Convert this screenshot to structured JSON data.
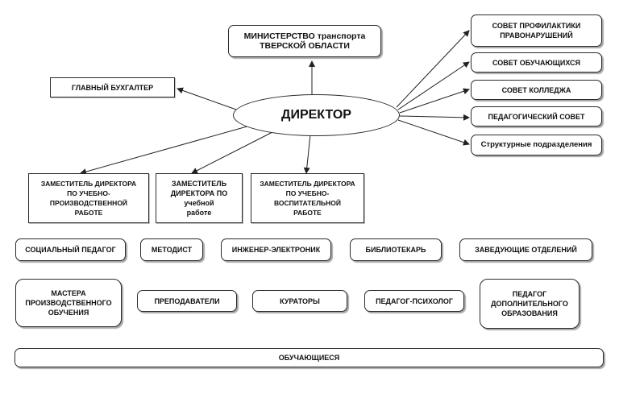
{
  "diagram": {
    "director": "ДИРЕКТОР",
    "ministry": "МИНИСТЕРСТВО  транспорта\nТВЕРСКОЙ ОБЛАСТИ",
    "chief_accountant": "ГЛАВНЫЙ БУХГАЛТЕР",
    "councils": [
      "СОВЕТ ПРОФИЛАКТИКИ\nПРАВОНАРУШЕНИЙ",
      "СОВЕТ ОБУЧАЮЩИХСЯ",
      "СОВЕТ КОЛЛЕДЖА",
      "ПЕДАГОГИЧЕСКИЙ СОВЕТ",
      "Структурные подразделения"
    ],
    "deputies": [
      "ЗАМЕСТИТЕЛЬ ДИРЕКТОРА\nПО УЧЕБНО-\nПРОИЗВОДСТВЕННОЙ\nРАБОТЕ",
      "ЗАМЕСТИТЕЛЬ\nДИРЕКТОРА ПО\nучебной\nработе",
      "ЗАМЕСТИТЕЛЬ ДИРЕКТОРА\nПО УЧЕБНО-\nВОСПИТАТЕЛЬНОЙ\nРАБОТЕ"
    ],
    "staff_row1": [
      "СОЦИАЛЬНЫЙ ПЕДАГОГ",
      "МЕТОДИСТ",
      "ИНЖЕНЕР-ЭЛЕКТРОНИК",
      "БИБЛИОТЕКАРЬ",
      "ЗАВЕДУЮЩИЕ ОТДЕЛЕНИЙ"
    ],
    "staff_row2": [
      "МАСТЕРА\nПРОИЗВОДСТВЕННОГО\nОБУЧЕНИЯ",
      "ПРЕПОДАВАТЕЛИ",
      "КУРАТОРЫ",
      "ПЕДАГОГ-ПСИХОЛОГ",
      "ПЕДАГОГ\nДОПОЛНИТЕЛЬНОГО\nОБРАЗОВАНИЯ"
    ],
    "students": "ОБУЧАЮЩИЕСЯ"
  }
}
